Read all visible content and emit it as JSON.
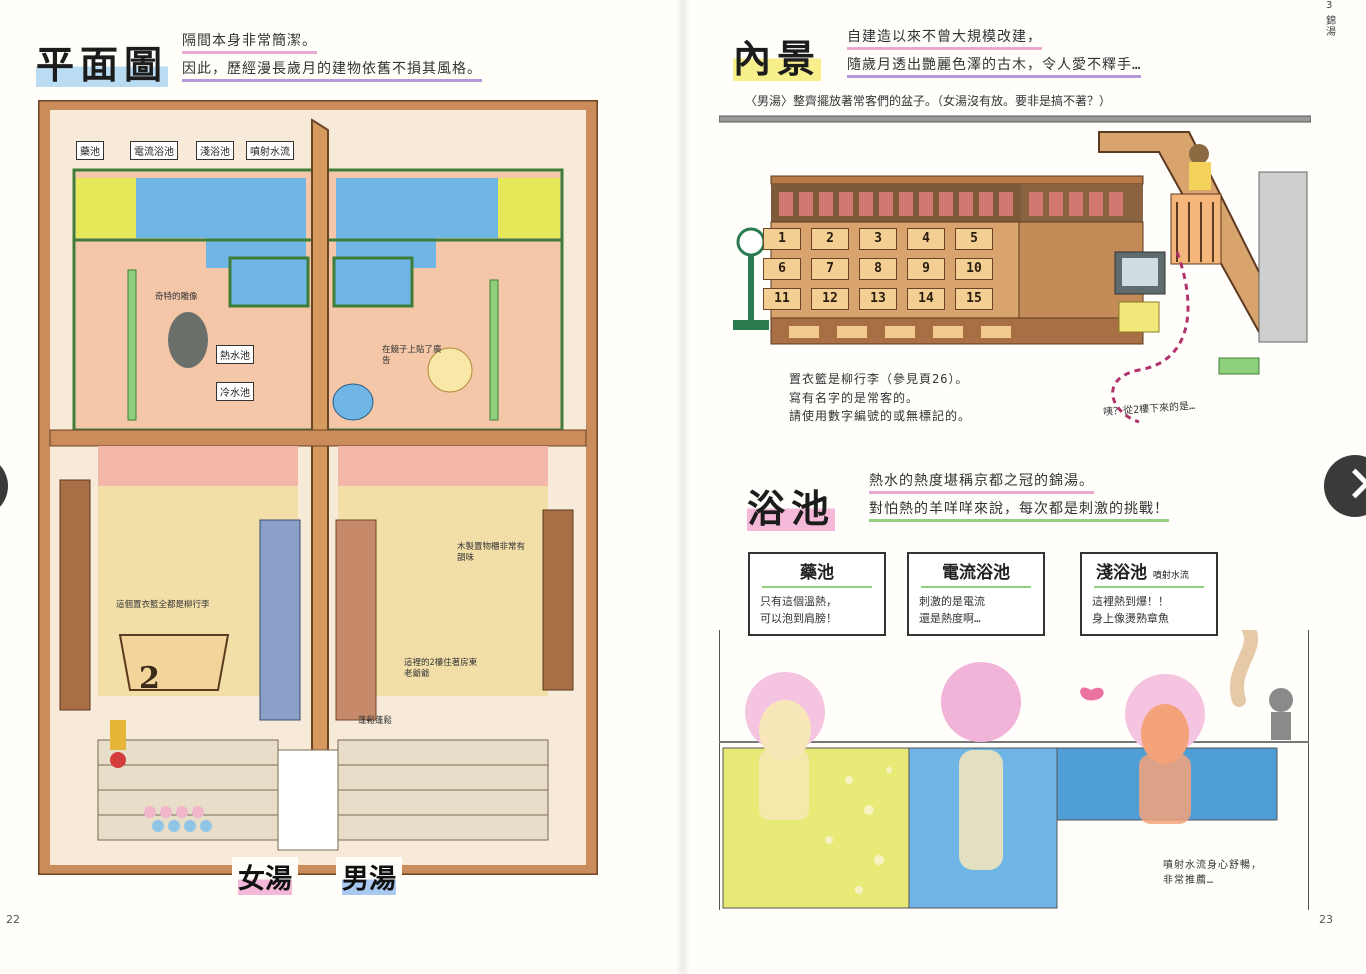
{
  "left": {
    "page_number": "22",
    "heading": "平面圖",
    "intro_line1": "隔間本身非常簡潔。",
    "intro_line2": "因此，歷經漫長歲月的建物依舊不損其風格。",
    "labels": {
      "medicine_pool": "藥池",
      "electric_pool": "電流浴池",
      "shallow_pool": "淺浴池",
      "jet_pool": "噴射水流",
      "hot_pool": "熱水池",
      "cold_pool": "冷水池"
    },
    "notes": {
      "note_a": "奇特的雕像",
      "note_b": "這個置衣籃全都是柳行李",
      "note_c": "木製置物櫃非常有韻味",
      "note_d": "這裡的2樓住著房東老爺爺",
      "note_e": "在鏡子上貼了廣告",
      "note_f": "蓬鬆蓬鬆"
    },
    "basket_number": "2",
    "women_label": "女湯",
    "men_label": "男湯"
  },
  "right": {
    "page_number": "23",
    "chapter_number": "3",
    "chapter_title": "錦湯",
    "interior": {
      "heading": "內景",
      "intro_line1": "自建造以來不曾大規模改建，",
      "intro_line2": "隨歲月透出艷麗色澤的古木，令人愛不釋手…",
      "caption_top": "〈男湯〉整齊擺放著常客們的盆子。（女湯沒有放。要非是搞不著？）",
      "caption_bottom_line1": "置衣籃是柳行李（參見頁26）。",
      "caption_bottom_line2": "寫有名字的是常客的。",
      "caption_bottom_line3": "請使用數字編號的或無標記的。",
      "stair_note": "咦？從2樓下來的是…",
      "locker_numbers": [
        "1",
        "2",
        "3",
        "4",
        "5",
        "6",
        "7",
        "8",
        "9",
        "10",
        "11",
        "12",
        "13",
        "14",
        "15"
      ]
    },
    "baths": {
      "heading": "浴池",
      "intro_line1": "熱水的熱度堪稱京都之冠的錦湯。",
      "intro_line2": "對怕熱的羊咩咩來說，每次都是刺激的挑戰！",
      "pools": [
        {
          "title": "藥池",
          "desc_line1": "只有這個溫熱，",
          "desc_line2": "可以泡到肩膀！"
        },
        {
          "title": "電流浴池",
          "desc_line1": "刺激的是電流",
          "desc_line2": "還是熱度啊…"
        },
        {
          "title": "淺浴池",
          "tag": "噴射水流",
          "desc_line1": "這裡熱到爆！！",
          "desc_line2": "身上像燙熟章魚"
        }
      ],
      "bottom_note_line1": "噴射水流身心舒暢，",
      "bottom_note_line2": "非常推薦…"
    }
  },
  "colors": {
    "pool_blue": "#6fb6e6",
    "medicine_green": "#e6e85a",
    "floor_peach": "#f3c7a8",
    "wood_brown": "#b97a4a",
    "wall_green": "#6cc06a",
    "highlight_pink": "#e9a9d0",
    "highlight_purple": "#b49ad8",
    "highlight_green": "#93d07f",
    "nav_dark": "#3a3a3a"
  },
  "icons": {
    "prev": "chevron-left-icon",
    "next": "chevron-right-icon"
  }
}
